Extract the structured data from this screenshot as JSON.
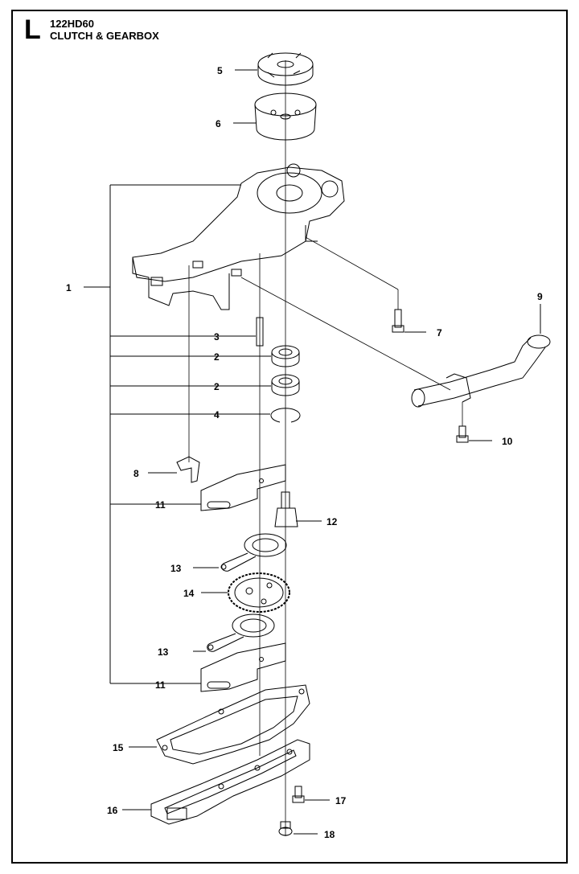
{
  "header": {
    "section": "L",
    "model": "122HD60",
    "title": "CLUTCH & GEARBOX"
  },
  "callouts": [
    {
      "id": "c5",
      "label": "5"
    },
    {
      "id": "c6",
      "label": "6"
    },
    {
      "id": "c1",
      "label": "1"
    },
    {
      "id": "c9",
      "label": "9"
    },
    {
      "id": "c3",
      "label": "3"
    },
    {
      "id": "c7",
      "label": "7"
    },
    {
      "id": "c2a",
      "label": "2"
    },
    {
      "id": "c2b",
      "label": "2"
    },
    {
      "id": "c4",
      "label": "4"
    },
    {
      "id": "c10",
      "label": "10"
    },
    {
      "id": "c8",
      "label": "8"
    },
    {
      "id": "c11a",
      "label": "11"
    },
    {
      "id": "c12",
      "label": "12"
    },
    {
      "id": "c13a",
      "label": "13"
    },
    {
      "id": "c14",
      "label": "14"
    },
    {
      "id": "c13b",
      "label": "13"
    },
    {
      "id": "c11b",
      "label": "11"
    },
    {
      "id": "c15",
      "label": "15"
    },
    {
      "id": "c17",
      "label": "17"
    },
    {
      "id": "c16",
      "label": "16"
    },
    {
      "id": "c18",
      "label": "18"
    }
  ]
}
